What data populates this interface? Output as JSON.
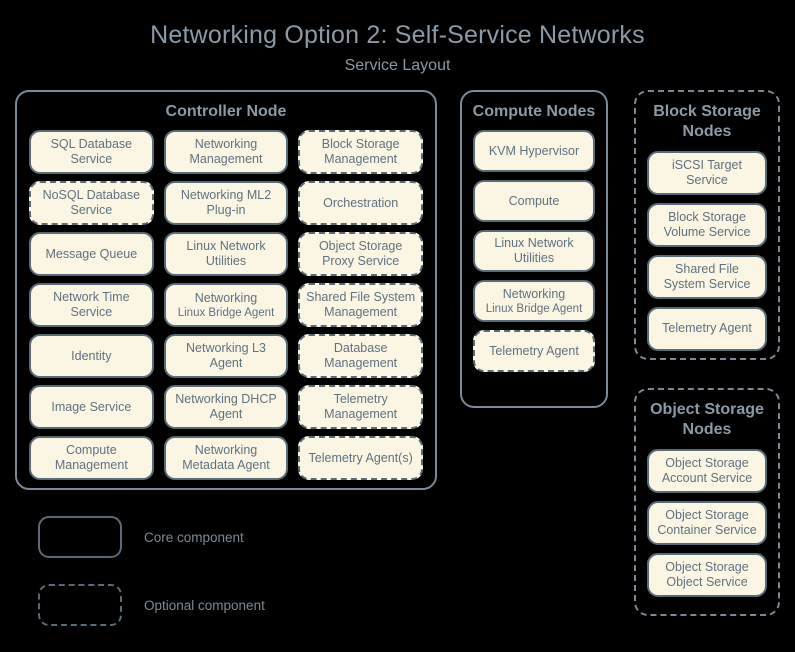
{
  "header": {
    "title": "Networking Option 2: Self-Service Networks",
    "subtitle": "Service Layout"
  },
  "groups": {
    "controller": {
      "title": "Controller Node",
      "optional": false,
      "services": [
        {
          "label": "SQL Database Service",
          "optional": false
        },
        {
          "label": "Networking Management",
          "optional": false
        },
        {
          "label": "Block Storage Management",
          "optional": true
        },
        {
          "label": "NoSQL Database Service",
          "optional": true
        },
        {
          "label": "Networking ML2 Plug-in",
          "optional": false
        },
        {
          "label": "Orchestration",
          "optional": true
        },
        {
          "label": "Message Queue",
          "optional": false
        },
        {
          "label": "Linux Network Utilities",
          "optional": false
        },
        {
          "label": "Object Storage Proxy Service",
          "optional": true
        },
        {
          "label": "Network Time Service",
          "optional": false
        },
        {
          "label": "Networking",
          "sub": "Linux Bridge Agent",
          "optional": false
        },
        {
          "label": "Shared File System Management",
          "optional": true
        },
        {
          "label": "Identity",
          "optional": false
        },
        {
          "label": "Networking L3 Agent",
          "optional": false
        },
        {
          "label": "Database Management",
          "optional": true
        },
        {
          "label": "Image Service",
          "optional": false
        },
        {
          "label": "Networking DHCP Agent",
          "optional": false
        },
        {
          "label": "Telemetry Management",
          "optional": true
        },
        {
          "label": "Compute Management",
          "optional": false
        },
        {
          "label": "Networking Metadata Agent",
          "optional": false
        },
        {
          "label": "Telemetry Agent(s)",
          "optional": true
        }
      ]
    },
    "compute": {
      "title": "Compute Nodes",
      "optional": false,
      "services": [
        {
          "label": "KVM Hypervisor",
          "optional": false
        },
        {
          "label": "Compute",
          "optional": false
        },
        {
          "label": "Linux Network Utilities",
          "optional": false
        },
        {
          "label": "Networking",
          "sub": "Linux Bridge Agent",
          "optional": false
        },
        {
          "label": "Telemetry Agent",
          "optional": true
        }
      ]
    },
    "block_storage": {
      "title": "Block Storage Nodes",
      "optional": true,
      "services": [
        {
          "label": "iSCSI Target Service",
          "optional": false
        },
        {
          "label": "Block Storage Volume Service",
          "optional": false
        },
        {
          "label": "Shared File System Service",
          "optional": false
        },
        {
          "label": "Telemetry Agent",
          "optional": false
        }
      ]
    },
    "object_storage": {
      "title": "Object Storage Nodes",
      "optional": true,
      "services": [
        {
          "label": "Object Storage Account Service",
          "optional": false
        },
        {
          "label": "Object Storage Container Service",
          "optional": false
        },
        {
          "label": "Object Storage Object Service",
          "optional": false
        }
      ]
    }
  },
  "legend": {
    "core_label": "Core component",
    "optional_label": "Optional component"
  },
  "colors": {
    "background": "#000000",
    "box_fill": "#fbf5e4",
    "box_border": "#5a6b78",
    "group_border": "#7b8a96",
    "text": "#5f7280",
    "title_text": "#8b9aa6"
  }
}
